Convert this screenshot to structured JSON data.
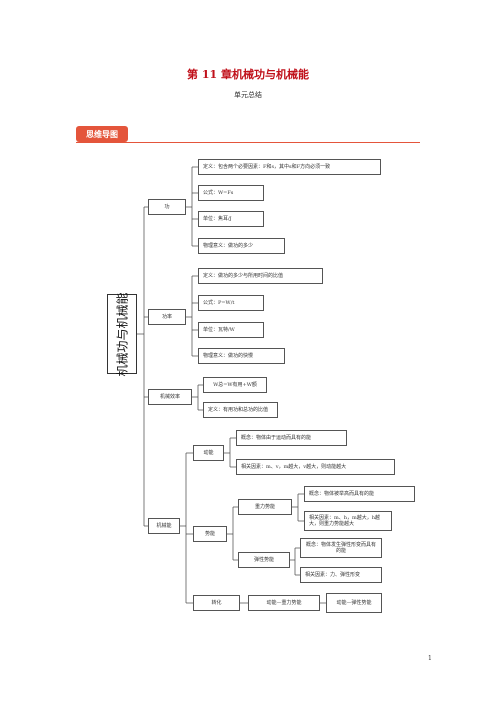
{
  "header": {
    "title": "第 11 章机械功与机械能",
    "subtitle": "单元总结"
  },
  "section_tag": "思维导图",
  "root": "机械功与机械能",
  "work": {
    "label": "功",
    "definition": "定义：包含两个必要因素：F和s，其中s和F方向必须一致",
    "formula": "公式：W=Fs",
    "unit": "单位：焦耳/J",
    "meaning": "物理意义：做功的多少"
  },
  "power": {
    "label": "功率",
    "definition": "定义：做功的多少与所用时间的比值",
    "formula": "公式：P=W/t",
    "unit": "单位：瓦特/W",
    "meaning": "物理意义：做功的快慢"
  },
  "efficiency": {
    "label": "机械效率",
    "formula": "W总=W有用+W额",
    "definition": "定义：有用功和总功的比值"
  },
  "energy": {
    "label": "机械能",
    "kinetic": {
      "label": "动能",
      "concept": "概念：物体由于运动而具有的能",
      "factors": "相关因素：m、v，m越大，v越大，则动能越大"
    },
    "potential": {
      "label": "势能",
      "gravity": {
        "label": "重力势能",
        "concept": "概念：物体被举高而具有的能",
        "factors": "相关因素：m、h，m越大，h越大，则重力势能越大"
      },
      "elastic": {
        "label": "弹性势能",
        "concept": "概念：物体发生弹性形变而具有的能",
        "factors": "相关因素：力、弹性形变"
      }
    },
    "conversion": {
      "label": "转化",
      "item1": "动能—重力势能",
      "item2": "动能—弹性势能"
    }
  },
  "page_number": "1"
}
